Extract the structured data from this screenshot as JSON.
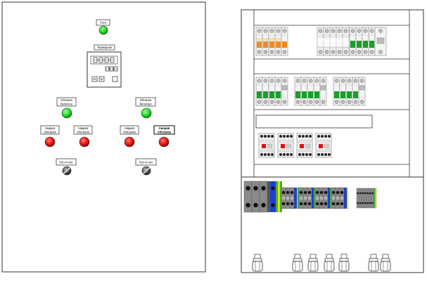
{
  "door_panel": {
    "power_lamp_label": "Сеть",
    "controller_title": "Термореле",
    "controller_display": "8.8.8.8",
    "controller_small_display": "88.8",
    "pump1": {
      "status_label_line1": "Обогрев",
      "status_label_line2": "Включен",
      "fault_left_line1": "Авария",
      "fault_left_line2": "обогрева",
      "fault_right_line1": "Авария",
      "fault_right_line2": "обогрева",
      "switch_label": "Руч-0-Авт"
    },
    "pump2": {
      "status_label_line1": "Обогрев",
      "status_label_line2": "Включен",
      "fault_left_line1": "Авария",
      "fault_left_line2": "обогрева",
      "fault_right_line1": "Авария",
      "fault_right_line2": "обогрева",
      "switch_label": "Руч-0-Авт"
    }
  },
  "colors": {
    "lamp_on": "#22dd22",
    "lamp_fault": "#ee1111",
    "breaker_orange": "#f08a1c",
    "breaker_green": "#1a9e2a",
    "terminal_blue": "#1f3fd0",
    "terminal_yellow": "#e8e000",
    "terminal_green": "#3cb043",
    "terminal_grey": "#8a8a8a",
    "contactor_red": "#dd1111"
  },
  "icons": {
    "power_lamp": "green-lamp-icon",
    "fault_lamp": "red-lamp-icon",
    "selector": "rotary-switch-icon",
    "gland": "cable-gland-icon"
  }
}
